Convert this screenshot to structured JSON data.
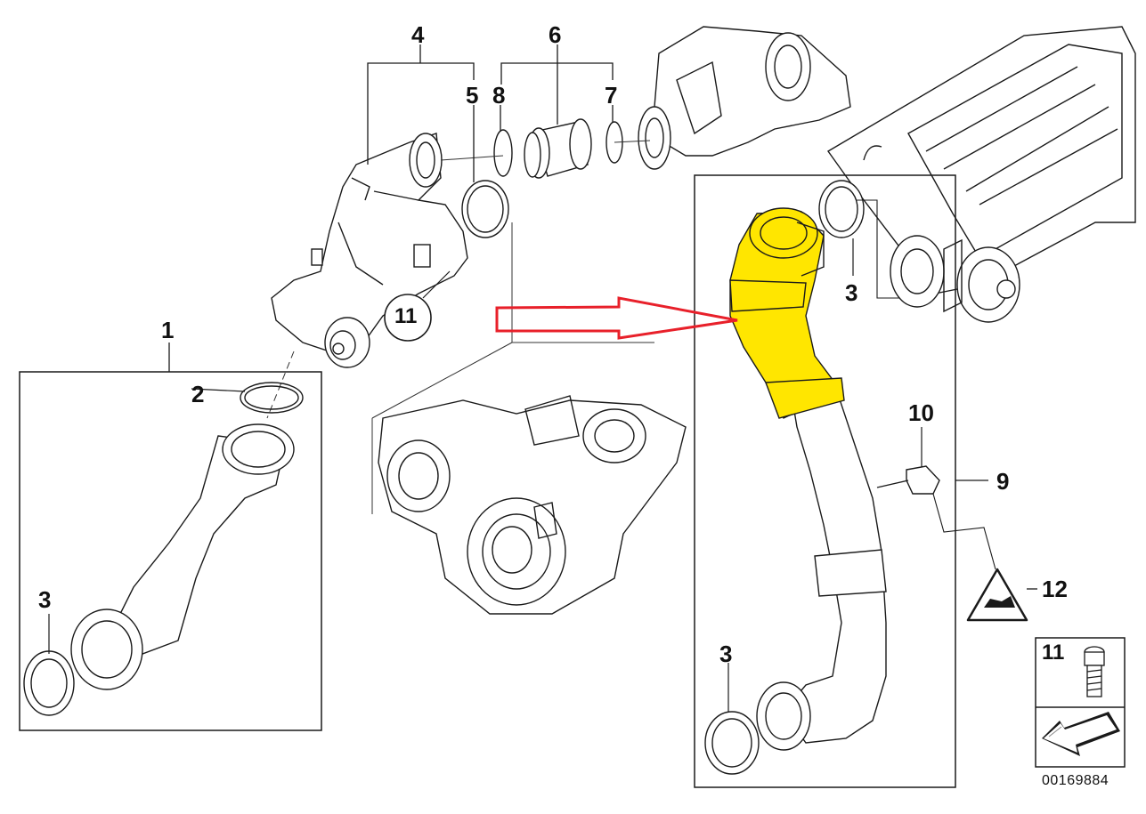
{
  "diagram": {
    "drawing_code": "00169884",
    "callouts": [
      {
        "id": "c4",
        "text": "4"
      },
      {
        "id": "c6",
        "text": "6"
      },
      {
        "id": "c5",
        "text": "5"
      },
      {
        "id": "c8",
        "text": "8"
      },
      {
        "id": "c7",
        "text": "7"
      },
      {
        "id": "c1",
        "text": "1"
      },
      {
        "id": "c2",
        "text": "2"
      },
      {
        "id": "c3a",
        "text": "3"
      },
      {
        "id": "c3b",
        "text": "3"
      },
      {
        "id": "c3c",
        "text": "3"
      },
      {
        "id": "c10",
        "text": "10"
      },
      {
        "id": "c9",
        "text": "9"
      },
      {
        "id": "c12",
        "text": "12"
      },
      {
        "id": "c11",
        "text": "11"
      },
      {
        "id": "c11box",
        "text": "11"
      }
    ],
    "colors": {
      "highlight": "#ffe600",
      "arrow": "#e8202a",
      "line": "#1a1a1a",
      "background": "#ffffff"
    }
  }
}
